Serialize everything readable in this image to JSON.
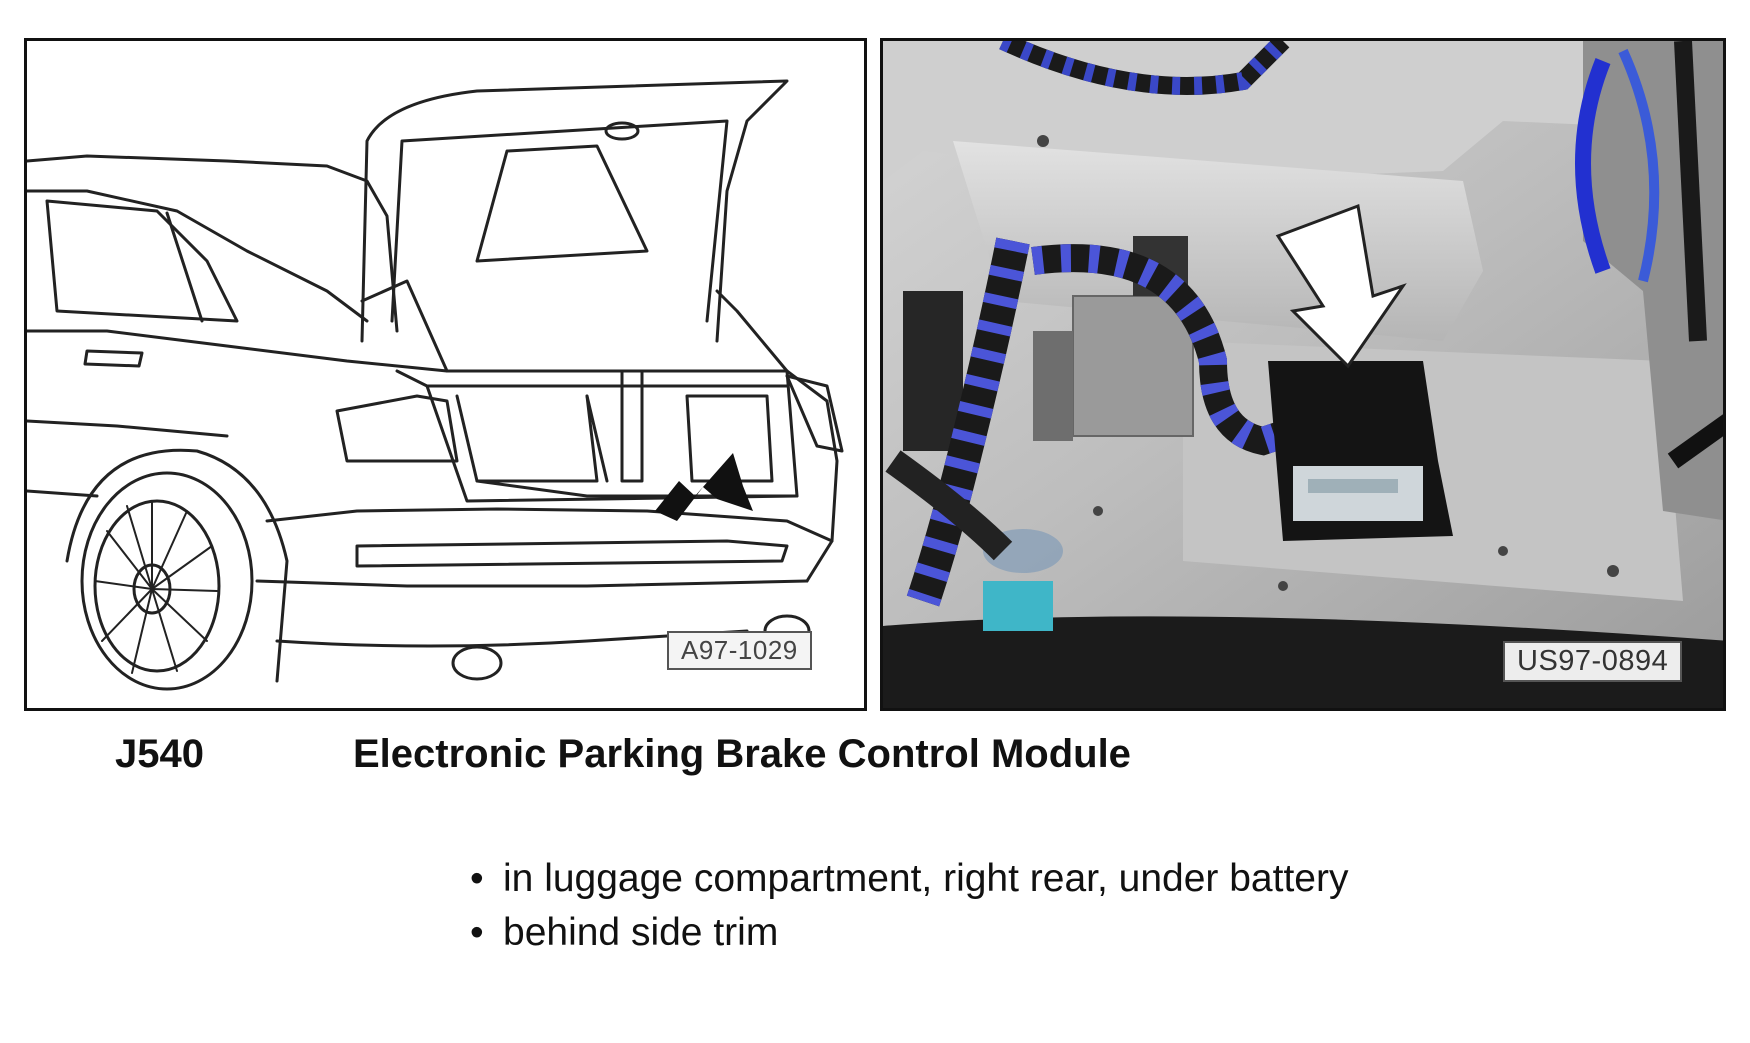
{
  "figures": {
    "left": {
      "ref": "A97-1029",
      "icon": "car-trunk-open-illustration"
    },
    "right": {
      "ref": "US97-0894",
      "icon": "control-module-photo"
    }
  },
  "caption": {
    "code": "J540",
    "title": "Electronic Parking Brake Control Module"
  },
  "bullets": [
    "in luggage compartment, right rear, under battery",
    "behind side trim"
  ]
}
